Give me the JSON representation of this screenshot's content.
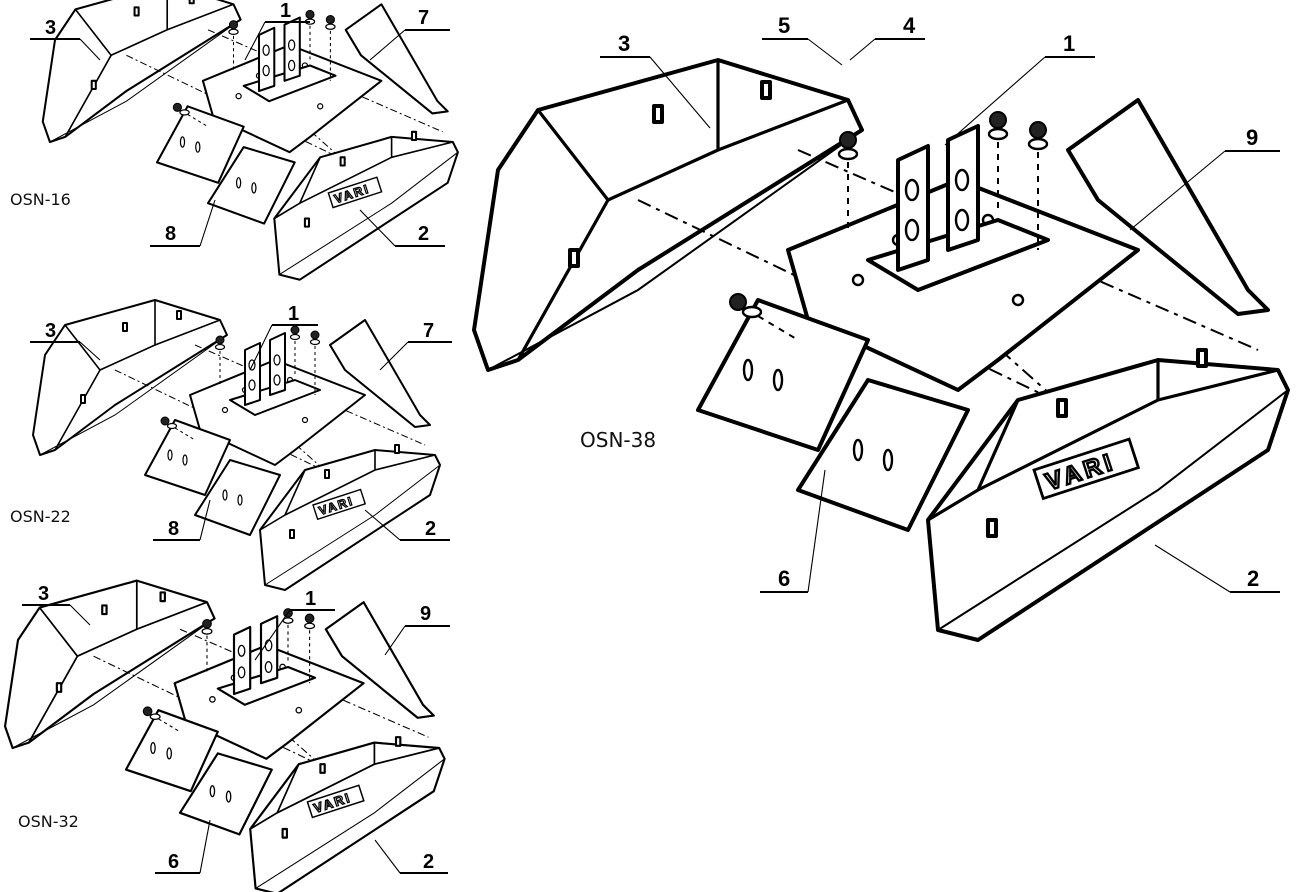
{
  "assemblies": [
    {
      "model": "OSN-16",
      "callouts": [
        "3",
        "1",
        "7",
        "8",
        "2"
      ],
      "logo": "VARI"
    },
    {
      "model": "OSN-22",
      "callouts": [
        "3",
        "1",
        "7",
        "8",
        "2"
      ],
      "logo": "VARI"
    },
    {
      "model": "OSN-32",
      "callouts": [
        "3",
        "1",
        "9",
        "6",
        "2"
      ],
      "logo": "VARI"
    },
    {
      "model": "OSN-38",
      "callouts": [
        "3",
        "5",
        "4",
        "1",
        "9",
        "6",
        "2"
      ],
      "logo": "VARI"
    }
  ]
}
